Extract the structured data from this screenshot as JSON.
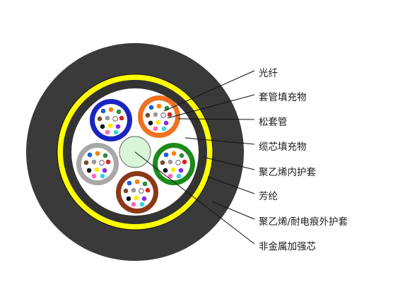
{
  "labels": {
    "fiber": "光纤",
    "tube_filler": "套管填充物",
    "loose_tube": "松套管",
    "core_filler": "缆芯填充物",
    "inner_sheath": "聚乙烯内护套",
    "aramid": "芳纶",
    "outer_sheath": "聚乙烯/耐电痕外护套",
    "strength_member": "非金属加强芯"
  },
  "colors": {
    "outer_sheath": "#3a3a3a",
    "aramid_yellow": "#ffff00",
    "inner_sheath": "#333333",
    "core": "#ffffff",
    "strength_member": "#d8f5d8",
    "tube_blue": "#1a24c0",
    "tube_orange": "#f07020",
    "tube_green": "#1a8a1a",
    "tube_brown": "#8a3818",
    "tube_gray": "#a8a8a8",
    "fiber_colors": [
      "#1a5fd6",
      "#ff7f00",
      "#2e8b3d",
      "#7a4a2a",
      "#999999",
      "#ffffff",
      "#e02020",
      "#111111",
      "#ffe800",
      "#8a2be2",
      "#ff69b4",
      "#30d5e8"
    ]
  }
}
